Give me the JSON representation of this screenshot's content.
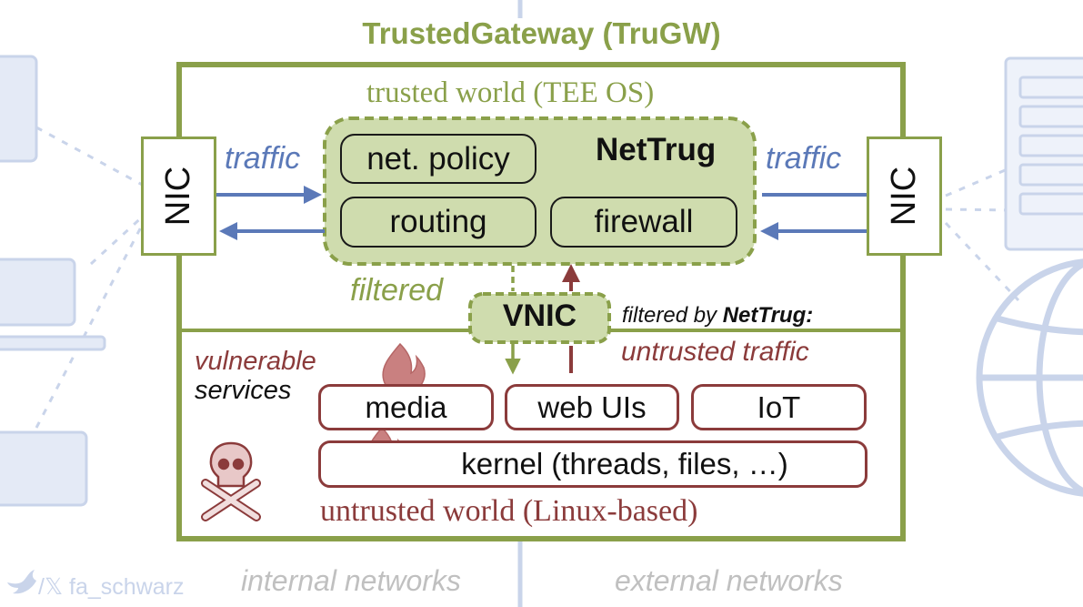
{
  "title": "TrustedGateway (TruGW)",
  "trusted_world": "trusted world (TEE OS)",
  "nettrug": {
    "name": "NetTrug",
    "components": [
      "net. policy",
      "routing",
      "firewall"
    ]
  },
  "nic_left": "NIC",
  "nic_right": "NIC",
  "traffic_left": "traffic",
  "traffic_right": "traffic",
  "filtered": "filtered",
  "vnic": "VNIC",
  "filtered_by": {
    "prefix": "filtered by ",
    "name": "NetTrug:"
  },
  "untrusted_traffic": "untrusted traffic",
  "vulnerable_services": [
    "vulnerable",
    "services"
  ],
  "services": [
    "media",
    "web UIs",
    "IoT"
  ],
  "kernel": "kernel (threads, files, …)",
  "untrusted_world": "untrusted world (Linux-based)",
  "watermark": "/𝕏 fa_schwarz",
  "internal_networks": "internal networks",
  "external_networks": "external networks",
  "colors": {
    "trusted_green": "#8aa04a",
    "nettrug_fill": "#cfdcae",
    "traffic_blue": "#5b79b8",
    "untrusted_red": "#8b3b3b",
    "faded_blue": "#c9d4ea"
  },
  "icons": [
    "laptop-icon",
    "server-icon",
    "globe-icon",
    "skull-crossbones-icon",
    "flame-icon",
    "bird-icon"
  ]
}
